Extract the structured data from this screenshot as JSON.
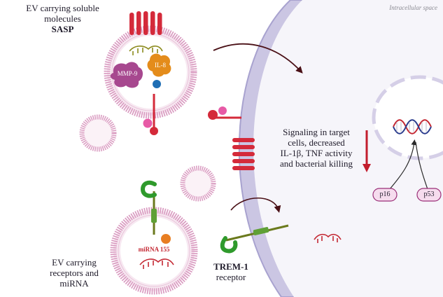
{
  "labels": {
    "ev_soluble_line1": "EV carrying soluble",
    "ev_soluble_line2": "molecules",
    "ev_soluble_line3": "SASP",
    "mmp9": "MMP-9",
    "il8": "IL-8",
    "intracellular": "Intracellular space",
    "signaling_line1": "Signaling in target",
    "signaling_line2": "cells, decreased",
    "signaling_line3": "IL-1β, TNF activity",
    "signaling_line4": "and bacterial killing",
    "mirna155": "miRNA 155",
    "ev_receptors_line1": "EV carrying",
    "ev_receptors_line2": "receptors and",
    "ev_receptors_line3": "miRNA",
    "trem1_line1": "TREM-1",
    "trem1_line2": "receptor",
    "p16": "p16",
    "p53": "p53"
  },
  "colors": {
    "membrane_fill": "#cbc6e3",
    "membrane_border": "#a8a2cf",
    "cytoplasm": "#f6f5fa",
    "vesicle_pink": "#d99ac0",
    "receptor_red": "#d42a3a",
    "arrow_dark": "#4a1016",
    "arrow_red": "#c21d2d",
    "trem_green": "#2f9a2c",
    "stalk_olive": "#6b7a1d",
    "mmp9_purple": "#a7488f",
    "il8_orange": "#e48c1b",
    "dna_red": "#c42833",
    "dna_blue": "#283a8c",
    "orange_dot": "#e87e22",
    "blue_dot": "#1f6eb4"
  }
}
